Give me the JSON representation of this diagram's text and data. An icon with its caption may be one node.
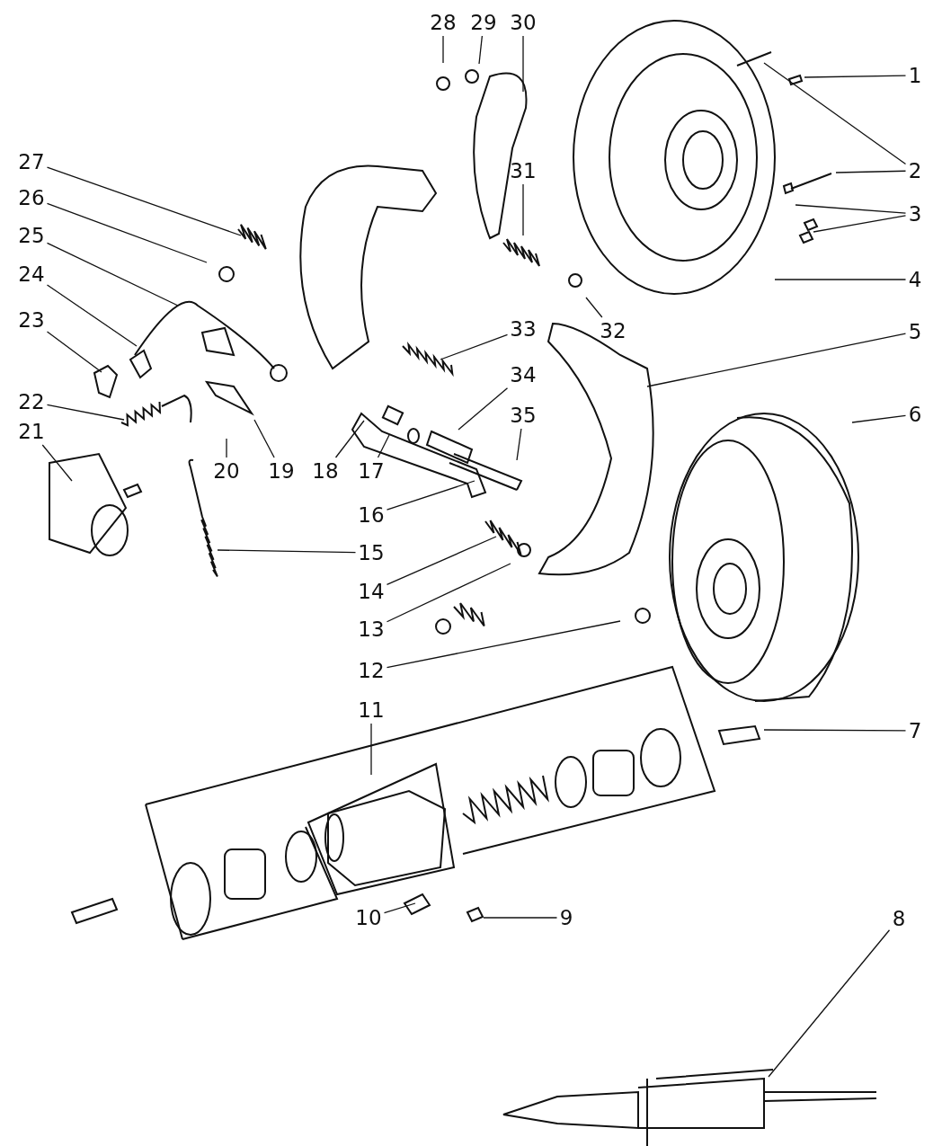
{
  "diagram": {
    "nodes": [
      {
        "text": [
          "1"
        ]
      },
      {
        "text": [
          "2"
        ]
      },
      {
        "text": [
          "3"
        ]
      },
      {
        "text": [
          "4"
        ]
      },
      {
        "text": [
          "5"
        ]
      },
      {
        "text": [
          "6"
        ]
      },
      {
        "text": [
          "7"
        ]
      },
      {
        "text": [
          "8"
        ]
      },
      {
        "text": [
          "9"
        ]
      },
      {
        "text": [
          "10"
        ]
      },
      {
        "text": [
          "11"
        ]
      },
      {
        "text": [
          "12"
        ]
      },
      {
        "text": [
          "13"
        ]
      },
      {
        "text": [
          "14"
        ]
      },
      {
        "text": [
          "15"
        ]
      },
      {
        "text": [
          "16"
        ]
      },
      {
        "text": [
          "17"
        ]
      },
      {
        "text": [
          "18"
        ]
      },
      {
        "text": [
          "19"
        ]
      },
      {
        "text": [
          "20"
        ]
      },
      {
        "text": [
          "21"
        ]
      },
      {
        "text": [
          "22"
        ]
      },
      {
        "text": [
          "23"
        ]
      },
      {
        "text": [
          "24"
        ]
      },
      {
        "text": [
          "25"
        ]
      },
      {
        "text": [
          "26"
        ]
      },
      {
        "text": [
          "27"
        ]
      },
      {
        "text": [
          "28"
        ]
      },
      {
        "text": [
          "29"
        ]
      },
      {
        "text": [
          "30"
        ]
      },
      {
        "text": [
          "31"
        ]
      },
      {
        "text": [
          "32"
        ]
      },
      {
        "text": [
          "33"
        ]
      },
      {
        "text": [
          "34"
        ]
      },
      {
        "text": [
          "35"
        ]
      }
    ],
    "edges": [
      {
        "from": 0,
        "to": null,
        "arrow": "none"
      },
      {
        "from": 1,
        "to": null,
        "arrow": "none"
      },
      {
        "from": 1,
        "to": null,
        "arrow": "none"
      },
      {
        "from": 2,
        "to": null,
        "arrow": "none"
      },
      {
        "from": 2,
        "to": null,
        "arrow": "none"
      },
      {
        "from": 3,
        "to": null,
        "arrow": "none"
      },
      {
        "from": 4,
        "to": null,
        "arrow": "none"
      },
      {
        "from": 5,
        "to": null,
        "arrow": "none"
      },
      {
        "from": 6,
        "to": null,
        "arrow": "none"
      },
      {
        "from": 7,
        "to": null,
        "arrow": "none"
      },
      {
        "from": 8,
        "to": null,
        "arrow": "none"
      },
      {
        "from": 9,
        "to": null,
        "arrow": "none"
      },
      {
        "from": 10,
        "to": null,
        "arrow": "none"
      },
      {
        "from": 11,
        "to": null,
        "arrow": "none"
      },
      {
        "from": 12,
        "to": null,
        "arrow": "none"
      },
      {
        "from": 13,
        "to": null,
        "arrow": "none"
      },
      {
        "from": 14,
        "to": null,
        "arrow": "none"
      },
      {
        "from": 15,
        "to": null,
        "arrow": "none"
      },
      {
        "from": 16,
        "to": null,
        "arrow": "none"
      },
      {
        "from": 17,
        "to": null,
        "arrow": "none"
      },
      {
        "from": 18,
        "to": null,
        "arrow": "none"
      },
      {
        "from": 19,
        "to": null,
        "arrow": "none"
      },
      {
        "from": 20,
        "to": null,
        "arrow": "none"
      },
      {
        "from": 21,
        "to": null,
        "arrow": "none"
      },
      {
        "from": 22,
        "to": null,
        "arrow": "none"
      },
      {
        "from": 23,
        "to": null,
        "arrow": "none"
      },
      {
        "from": 24,
        "to": null,
        "arrow": "none"
      },
      {
        "from": 25,
        "to": null,
        "arrow": "none"
      },
      {
        "from": 26,
        "to": null,
        "arrow": "none"
      },
      {
        "from": 27,
        "to": null,
        "arrow": "none"
      },
      {
        "from": 28,
        "to": null,
        "arrow": "none"
      },
      {
        "from": 29,
        "to": null,
        "arrow": "none"
      },
      {
        "from": 30,
        "to": null,
        "arrow": "none"
      },
      {
        "from": 31,
        "to": null,
        "arrow": "none"
      },
      {
        "from": 32,
        "to": null,
        "arrow": "none"
      },
      {
        "from": 33,
        "to": null,
        "arrow": "none"
      },
      {
        "from": 34,
        "to": null,
        "arrow": "none"
      }
    ]
  }
}
